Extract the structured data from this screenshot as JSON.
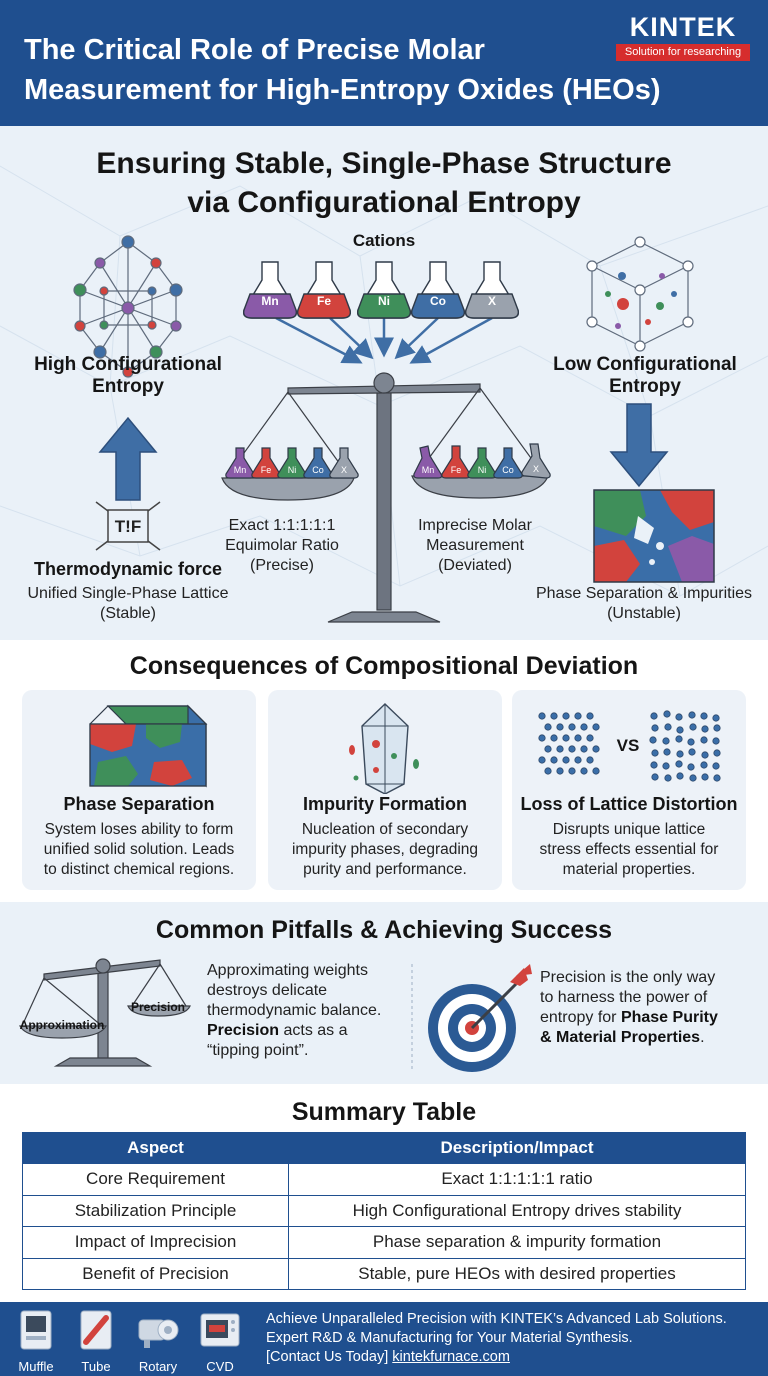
{
  "header": {
    "title_line1": "The Critical Role of Precise Molar",
    "title_line2": "Measurement for High-Entropy Oxides (HEOs)",
    "brand": "KINTEK",
    "brand_tagline": "Solution for researching",
    "colors": {
      "primary": "#1f4f8f",
      "accent": "#d62d2d",
      "panel": "#eaf1f8"
    }
  },
  "section1": {
    "title_line1": "Ensuring Stable, Single-Phase Structure",
    "title_line2": "via Configurational Entropy",
    "cations_label": "Cations",
    "cations": [
      "Mn",
      "Fe",
      "Ni",
      "Co",
      "X"
    ],
    "left": {
      "heading_line1": "High Configurational",
      "heading_line2": "Entropy",
      "icon_text": "T!F",
      "force_label": "Thermodynamic force",
      "caption_line1": "Unified Single-Phase Lattice",
      "caption_line2": "(Stable)"
    },
    "right": {
      "heading_line1": "Low Configurational",
      "heading_line2": "Entropy",
      "caption_line1": "Phase Separation & Impurities",
      "caption_line2": "(Unstable)"
    },
    "pan_left": {
      "line1": "Exact 1:1:1:1:1",
      "line2": "Equimolar Ratio",
      "line3": "(Precise)"
    },
    "pan_right": {
      "line1": "Imprecise Molar",
      "line2": "Measurement",
      "line3": "(Deviated)"
    }
  },
  "section2": {
    "title": "Consequences of Compositional Deviation",
    "cards": [
      {
        "title": "Phase Separation",
        "line1": "System loses ability to form",
        "line2": "unified solid solution. Leads",
        "line3": "to distinct chemical regions."
      },
      {
        "title": "Impurity Formation",
        "line1": "Nucleation of secondary",
        "line2": "impurity phases, degrading",
        "line3": "purity and performance."
      },
      {
        "title": "Loss of Lattice Distortion",
        "vs": "VS",
        "line1": "Disrupts unique lattice",
        "line2": "stress effects essential for",
        "line3": "material properties."
      }
    ]
  },
  "section3": {
    "title": "Common Pitfalls & Achieving Success",
    "scale_left": "Approximation",
    "scale_right": "Precision",
    "pitfall": {
      "line1": "Approximating weights",
      "line2": "destroys delicate",
      "line3": "thermodynamic balance.",
      "line4_bold": "Precision",
      "line4_rest": " acts as a",
      "line5": "“tipping point”."
    },
    "success": {
      "line1": "Precision is the only way",
      "line2": "to harness the power of",
      "line3_plain": "entropy for ",
      "line3_bold": "Phase Purity",
      "line4_bold": "& Material Properties",
      "line4_rest": "."
    }
  },
  "summary": {
    "title": "Summary Table",
    "headers": [
      "Aspect",
      "Description/Impact"
    ],
    "rows": [
      [
        "Core Requirement",
        "Exact 1:1:1:1:1 ratio"
      ],
      [
        "Stabilization Principle",
        "High Configurational Entropy drives stability"
      ],
      [
        "Impact of Imprecision",
        "Phase separation & impurity formation"
      ],
      [
        "Benefit of Precision",
        "Stable, pure HEOs with desired properties"
      ]
    ]
  },
  "footer": {
    "tools": [
      "Muffle",
      "Tube",
      "Rotary",
      "CVD"
    ],
    "line1": "Achieve Unparalleled Precision with KINTEK’s Advanced Lab Solutions.",
    "line2": "Expert R&D & Manufacturing for Your Material Synthesis.",
    "cta": "[Contact Us Today]",
    "link": "kintekfurnace.com"
  }
}
